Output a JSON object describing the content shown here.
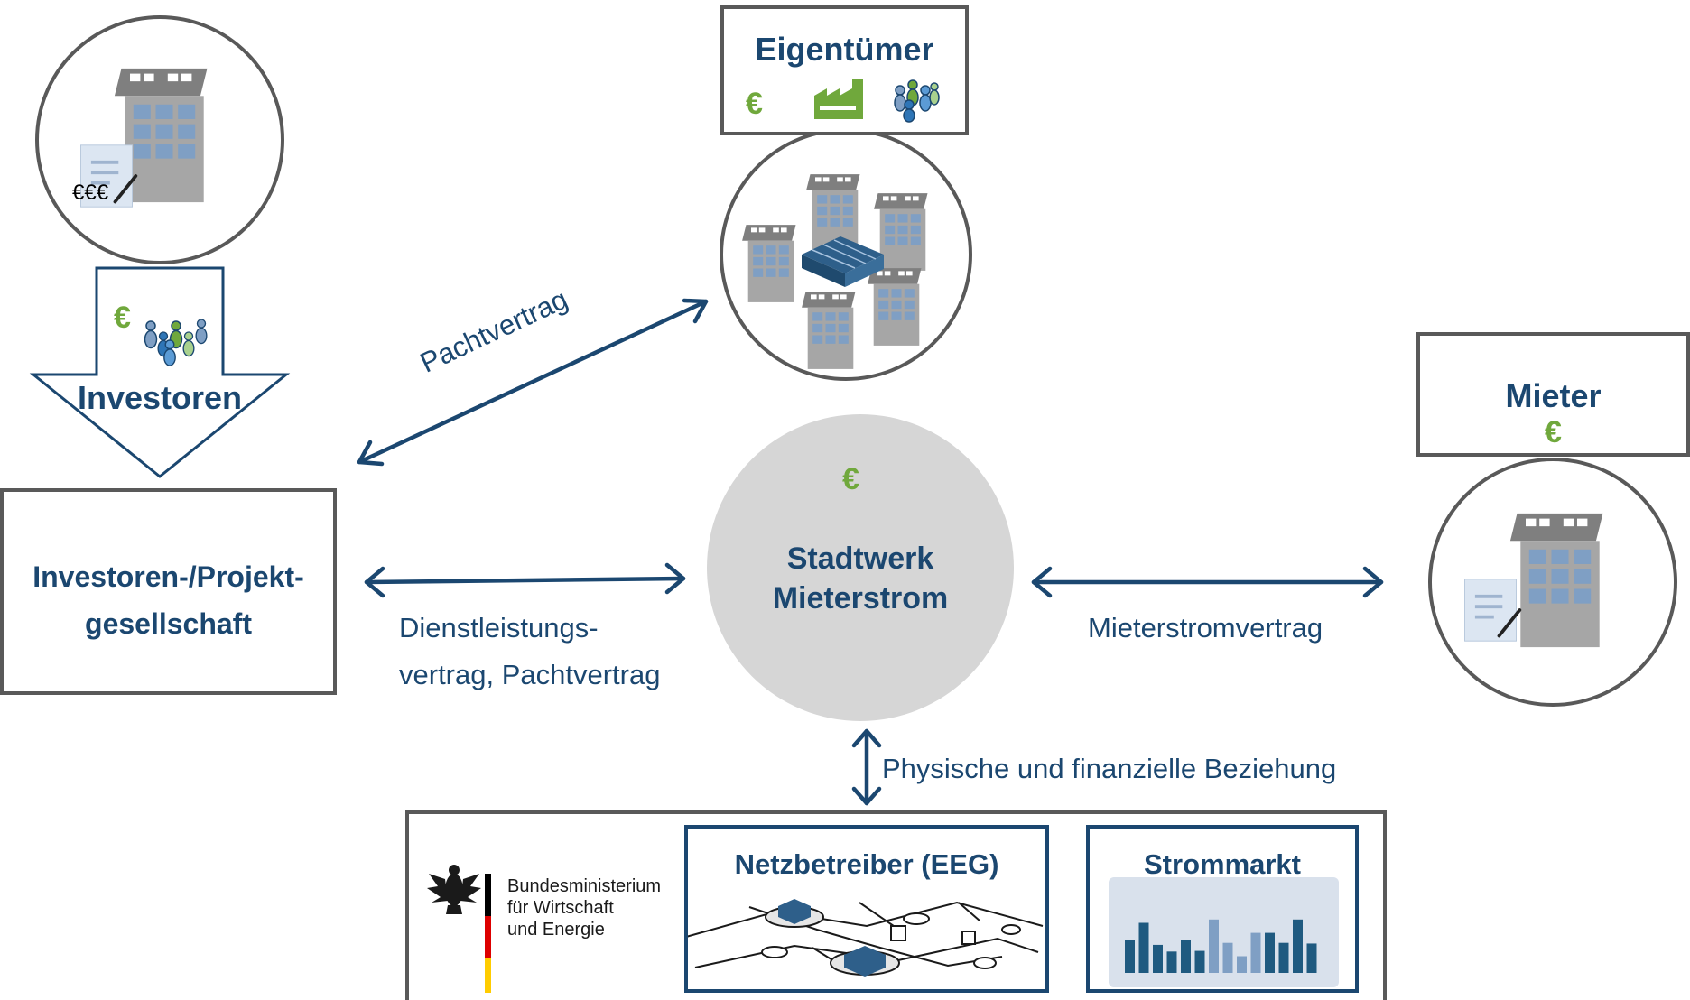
{
  "nodes": {
    "investors_arrow": {
      "label": "Investoren",
      "currency": "€"
    },
    "investment_company": {
      "line1": "Investoren-/Projekt-",
      "line2": "gesellschaft"
    },
    "investor_building": {
      "currency_label": "€€€"
    },
    "owner": {
      "label": "Eigentümer",
      "currency": "€"
    },
    "stadtwerk": {
      "line1": "Stadtwerk",
      "line2": "Mieterstrom",
      "currency": "€"
    },
    "tenant": {
      "label": "Mieter",
      "currency": "€"
    },
    "bottom_panel": {
      "ministry": {
        "line1": "Bundesministerium",
        "line2": "für Wirtschaft",
        "line3": "und Energie"
      },
      "grid_operator": {
        "label": "Netzbetreiber (EEG)"
      },
      "power_market": {
        "label": "Strommarkt",
        "bar_levels": [
          0.5,
          0.75,
          0.42,
          0.32,
          0.5,
          0.33,
          0.8,
          0.45,
          0.25,
          0.6,
          0.6,
          0.45,
          0.8,
          0.44
        ]
      }
    }
  },
  "relations": {
    "lease_owner": "Pachtvertrag",
    "service_line1": "Dienstleistungs-",
    "service_line2": "vertrag, Pachtvertrag",
    "tenant_contract": "Mieterstromvertrag",
    "physical_financial": "Physische und finanzielle Beziehung"
  },
  "colors": {
    "navy": "#1b4770",
    "green": "#70a83c",
    "gray_circle": "#d6d6d6",
    "border_gray": "#595959",
    "building_gray": "#a6a6a6",
    "window_blue": "#7f9fc4"
  }
}
